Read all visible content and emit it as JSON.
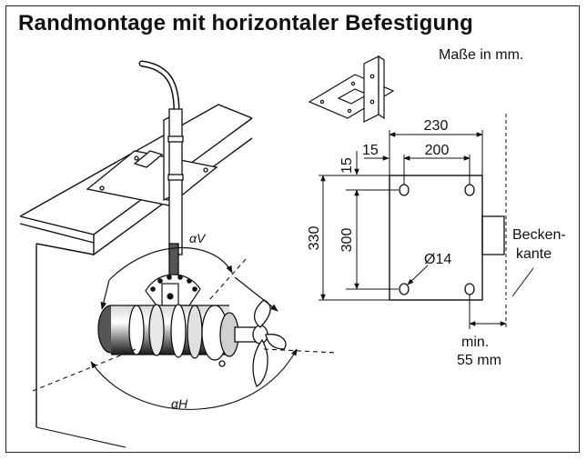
{
  "title": "Randmontage mit horizontaler Befestigung",
  "units_note": "Maße in mm.",
  "angle_labels": {
    "vertical": "αV",
    "horizontal": "αH"
  },
  "dimensions": {
    "width_outer": "230",
    "width_hole": "200",
    "offset_top_a": "15",
    "offset_top_b": "15",
    "height_outer": "330",
    "height_hole": "300",
    "hole_diameter": "Ø14"
  },
  "edge_label": {
    "line1": "Becken-",
    "line2": "kante"
  },
  "min_distance": {
    "line1": "min.",
    "line2": "55 mm"
  }
}
